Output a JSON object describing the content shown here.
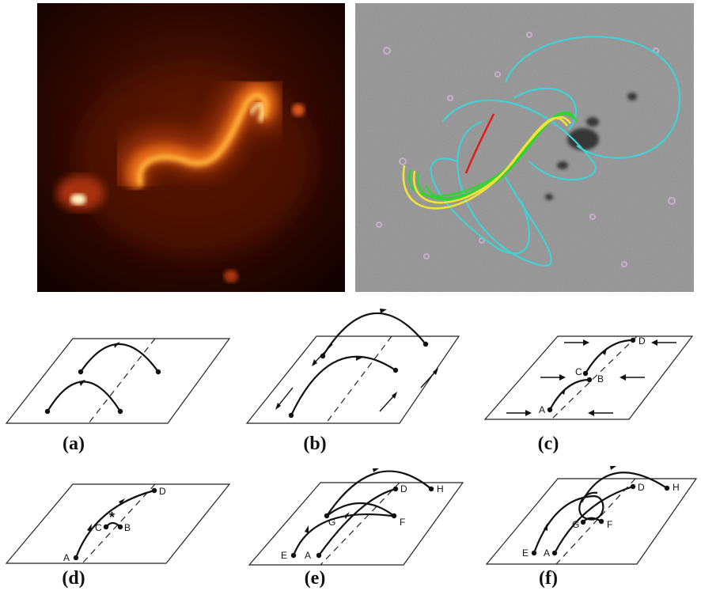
{
  "figure": {
    "top_images": [
      {
        "name": "xray-sigmoid-image"
      },
      {
        "name": "magnetogram-field-lines-image"
      }
    ],
    "panels": [
      {
        "caption": "(a)",
        "points": []
      },
      {
        "caption": "(b)",
        "points": []
      },
      {
        "caption": "(c)",
        "points": [
          "A",
          "B",
          "C",
          "D"
        ]
      },
      {
        "caption": "(d)",
        "points": [
          "A",
          "B",
          "C",
          "D"
        ],
        "marker": "*"
      },
      {
        "caption": "(e)",
        "points": [
          "A",
          "D",
          "E",
          "F",
          "G",
          "H"
        ]
      },
      {
        "caption": "(f)",
        "points": [
          "A",
          "D",
          "E",
          "F",
          "G",
          "H"
        ]
      }
    ]
  }
}
